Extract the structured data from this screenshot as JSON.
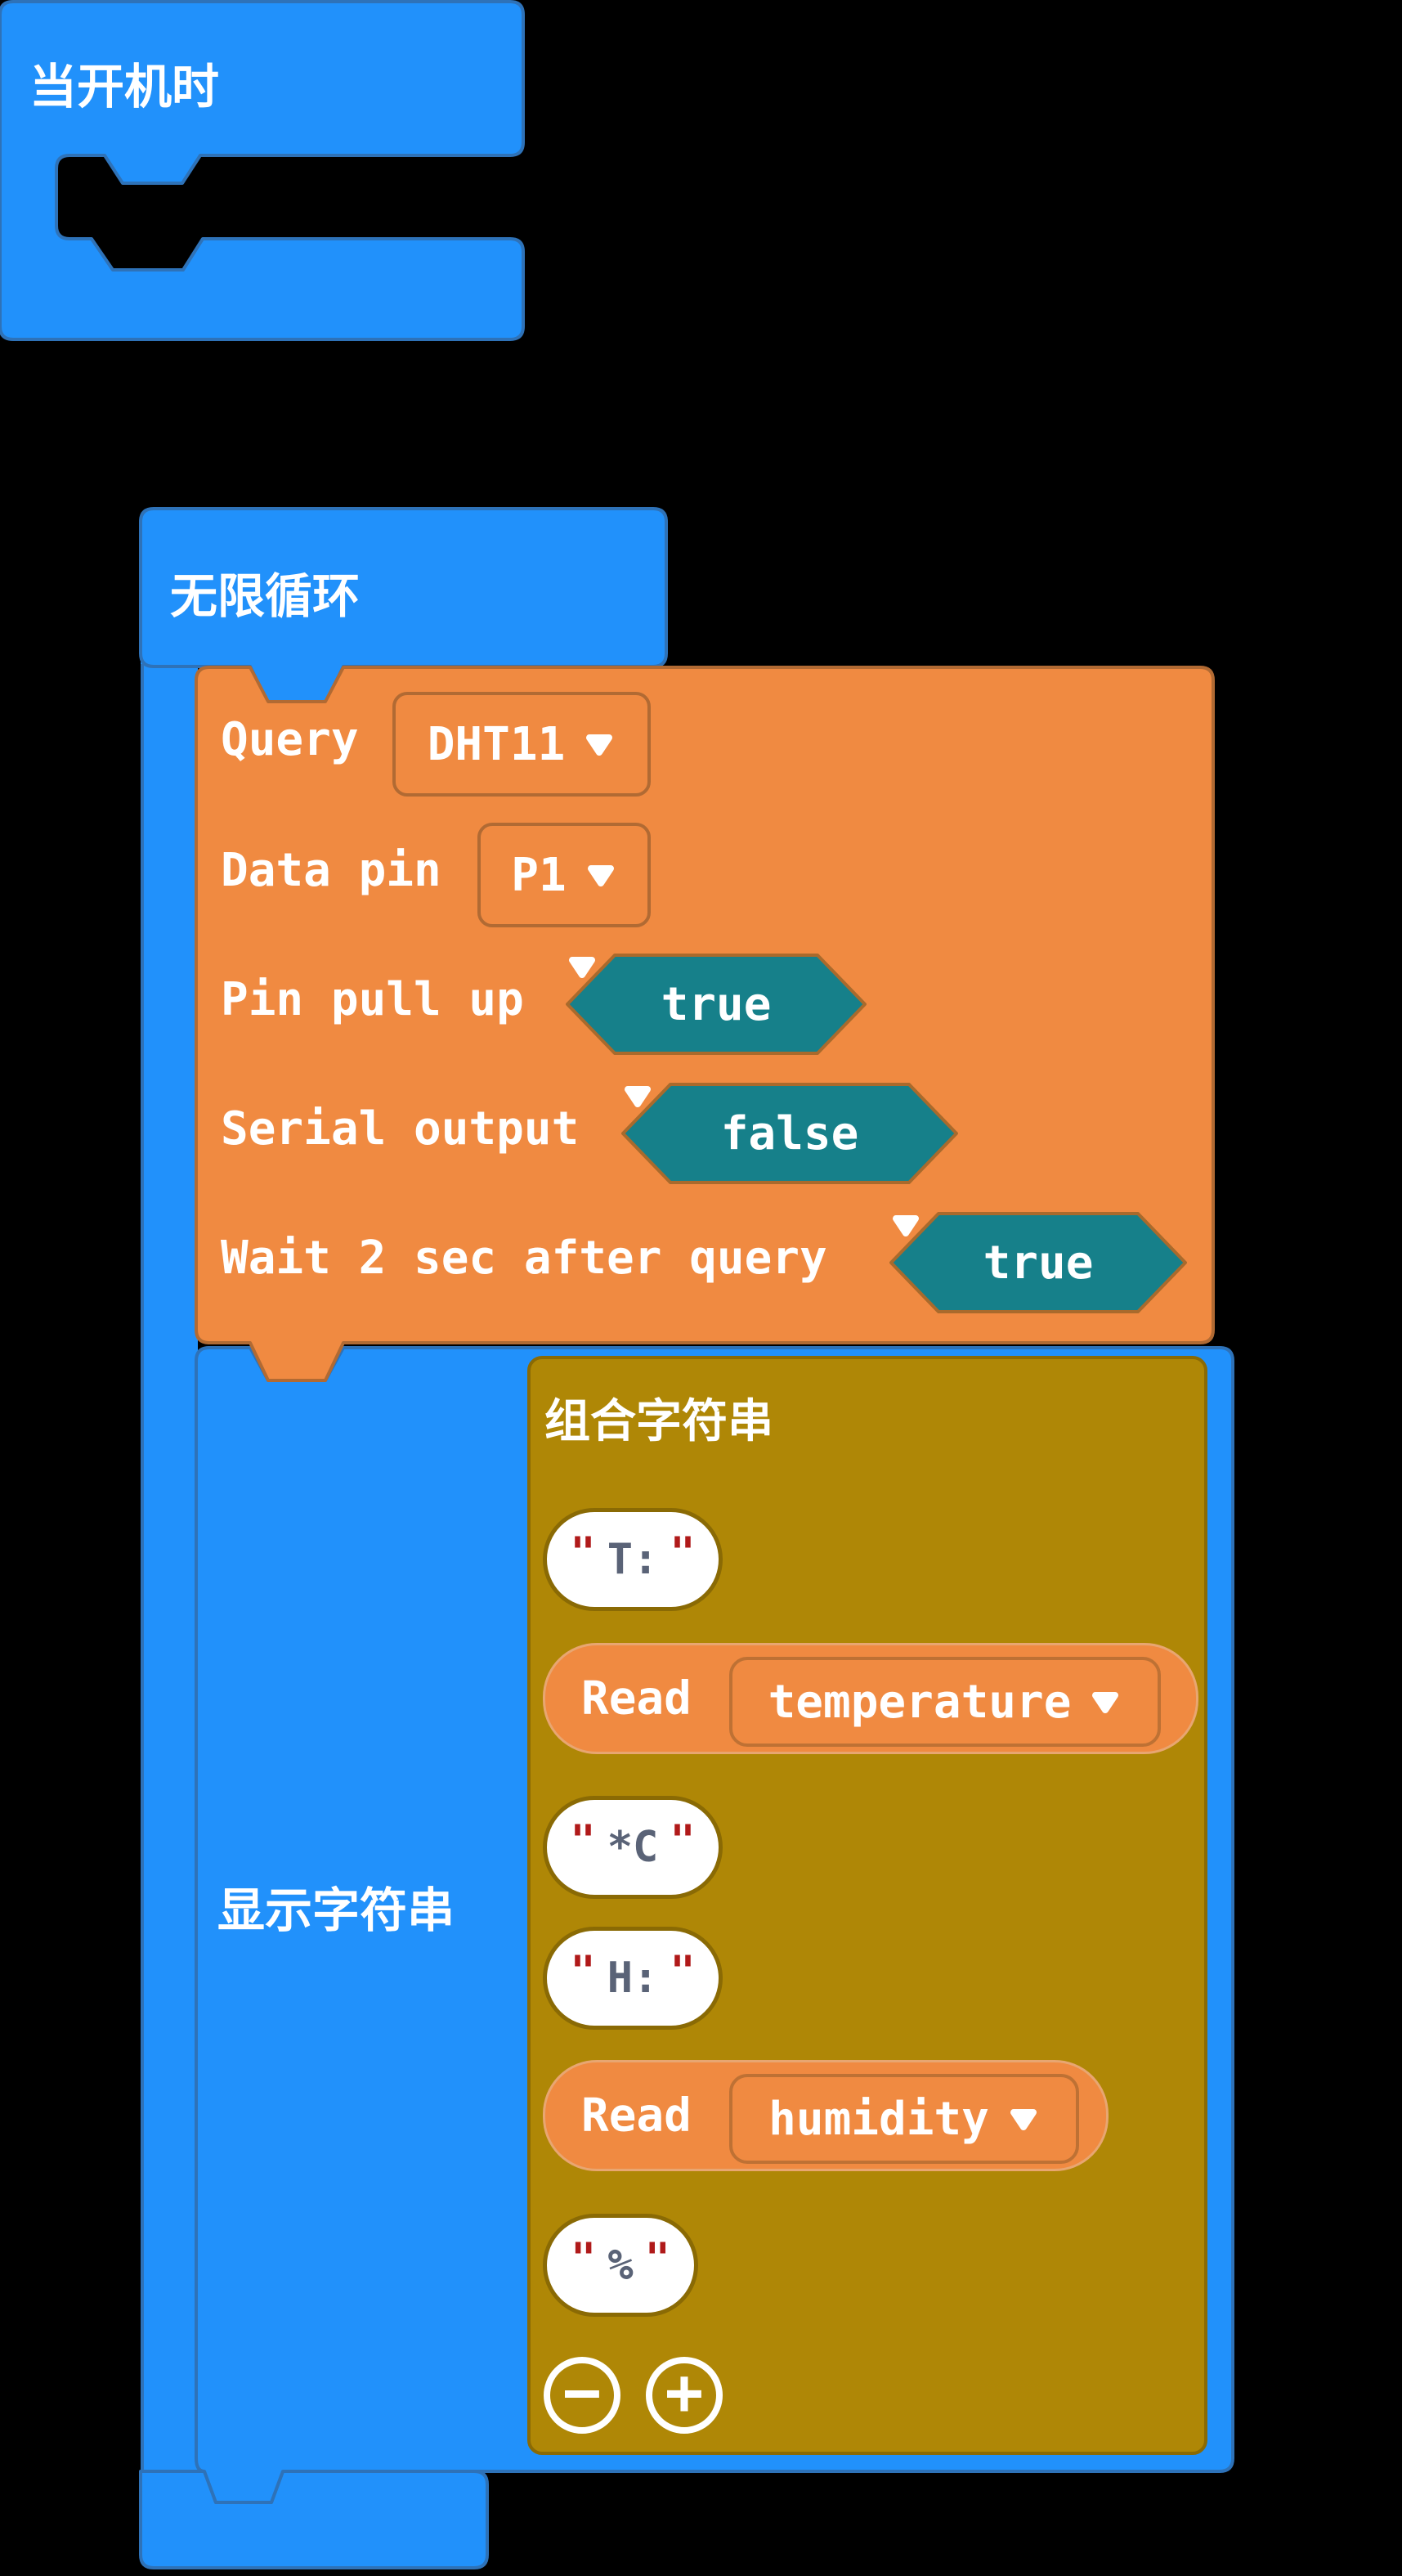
{
  "ui": {
    "quote": "\""
  },
  "blocks": {
    "on_start": {
      "label": "当开机时"
    },
    "forever": {
      "label": "无限循环"
    },
    "dht11": {
      "rows": [
        {
          "label": "Query",
          "value": "DHT11"
        },
        {
          "label": "Data pin",
          "value": "P1"
        },
        {
          "label": "Pin pull up",
          "value": "true"
        },
        {
          "label": "Serial output",
          "value": "false"
        },
        {
          "label": "Wait 2 sec after query",
          "value": "true"
        }
      ]
    },
    "show_string": {
      "label": "显示字符串"
    },
    "join": {
      "label": "组合字符串",
      "strings": {
        "t": "T:",
        "c": "*C",
        "h": "H:",
        "p": "%"
      },
      "reads": [
        {
          "label": "Read",
          "value": "temperature"
        },
        {
          "label": "Read",
          "value": "humidity"
        }
      ],
      "minus": "−",
      "plus": "+"
    }
  },
  "colors": {
    "background": "#000000",
    "blue": "#2191FB",
    "blue_border": "#2E72B8",
    "orange": "#F08A41",
    "orange_border": "#B16A33",
    "teal": "#16808A",
    "teal_border": "#A96A2C",
    "olive": "#AF8706",
    "olive_border": "#8A6A04",
    "string_text": "#5A6377",
    "quote_red": "#B01A1A",
    "text_white": "#FFFFFF"
  }
}
